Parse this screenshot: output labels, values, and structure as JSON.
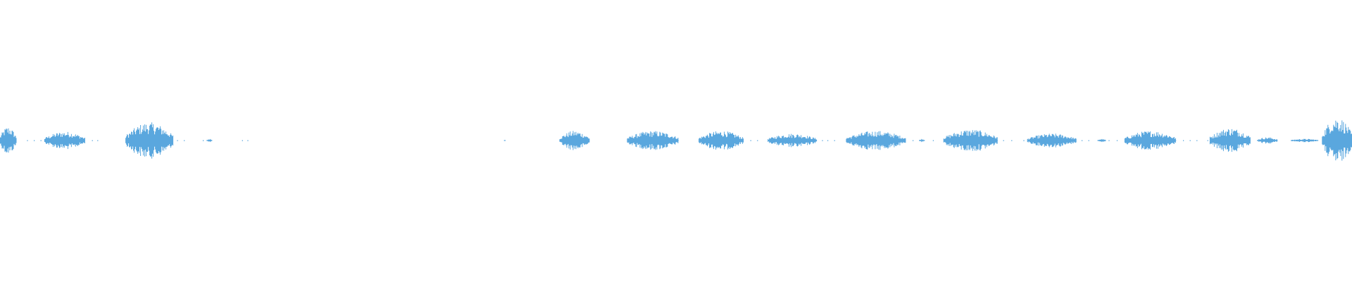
{
  "waveform": {
    "color": "#5aa7de",
    "background": "#ffffff",
    "segments": [
      {
        "start": 0.0,
        "end": 0.012,
        "amp": 0.05
      },
      {
        "start": 0.033,
        "end": 0.063,
        "amp": 0.032
      },
      {
        "start": 0.093,
        "end": 0.128,
        "amp": 0.065
      },
      {
        "start": 0.153,
        "end": 0.157,
        "amp": 0.006
      },
      {
        "start": 0.373,
        "end": 0.374,
        "amp": 0.002
      },
      {
        "start": 0.414,
        "end": 0.436,
        "amp": 0.035
      },
      {
        "start": 0.464,
        "end": 0.502,
        "amp": 0.035
      },
      {
        "start": 0.517,
        "end": 0.55,
        "amp": 0.035
      },
      {
        "start": 0.568,
        "end": 0.604,
        "amp": 0.025
      },
      {
        "start": 0.626,
        "end": 0.67,
        "amp": 0.035
      },
      {
        "start": 0.68,
        "end": 0.684,
        "amp": 0.006
      },
      {
        "start": 0.698,
        "end": 0.738,
        "amp": 0.04
      },
      {
        "start": 0.76,
        "end": 0.796,
        "amp": 0.025
      },
      {
        "start": 0.812,
        "end": 0.818,
        "amp": 0.006
      },
      {
        "start": 0.832,
        "end": 0.87,
        "amp": 0.035
      },
      {
        "start": 0.895,
        "end": 0.925,
        "amp": 0.045
      },
      {
        "start": 0.93,
        "end": 0.945,
        "amp": 0.012
      },
      {
        "start": 0.955,
        "end": 0.975,
        "amp": 0.006
      },
      {
        "start": 0.978,
        "end": 1.0,
        "amp": 0.085
      }
    ]
  }
}
